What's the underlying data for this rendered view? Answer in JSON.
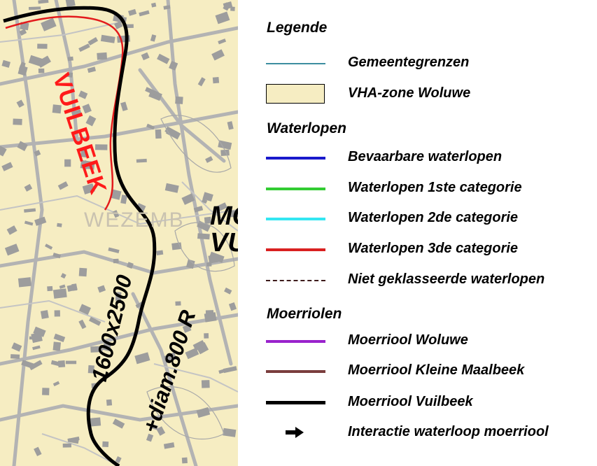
{
  "map": {
    "labels": {
      "vuilbeek": "VUILBEEK",
      "dimension_1": "1600x2500",
      "dimension_2": "+diam.800 R",
      "area_line1": "MO",
      "area_line2": "VU",
      "place": "WEZEMB"
    },
    "colors": {
      "background": "#f6edc2",
      "buildings": "#9d9d9d",
      "roads": "#b5b5b5",
      "vuilbeek_line": "#e31a1c",
      "moerriool_line": "#000000"
    }
  },
  "legend": {
    "title": "Legende",
    "general": [
      {
        "label": "Gemeentegrenzen",
        "symbol": "line",
        "color": "#3c8ea0"
      },
      {
        "label": "VHA-zone Woluwe",
        "symbol": "box",
        "color": "#f6edc2"
      }
    ],
    "waterlopen_title": "Waterlopen",
    "waterlopen": [
      {
        "label": "Bevaarbare waterlopen",
        "symbol": "line",
        "color": "#1a1acc"
      },
      {
        "label": "Waterlopen 1ste categorie",
        "symbol": "line",
        "color": "#33cc33"
      },
      {
        "label": "Waterlopen 2de categorie",
        "symbol": "line",
        "color": "#33e6f2"
      },
      {
        "label": "Waterlopen 3de categorie",
        "symbol": "line",
        "color": "#d92020"
      },
      {
        "label": "Niet geklasseerde waterlopen",
        "symbol": "dashed",
        "color": "#3d1b1b"
      }
    ],
    "moerriolen_title": "Moerriolen",
    "moerriolen": [
      {
        "label": "Moerriool Woluwe",
        "symbol": "line",
        "color": "#9922cc"
      },
      {
        "label": "Moerriool Kleine Maalbeek",
        "symbol": "line",
        "color": "#7a3d3d"
      },
      {
        "label": "Moerriool Vuilbeek",
        "symbol": "thick",
        "color": "#000000"
      },
      {
        "label": "Interactie waterloop moerriool",
        "symbol": "arrow",
        "color": "#000000"
      }
    ]
  }
}
